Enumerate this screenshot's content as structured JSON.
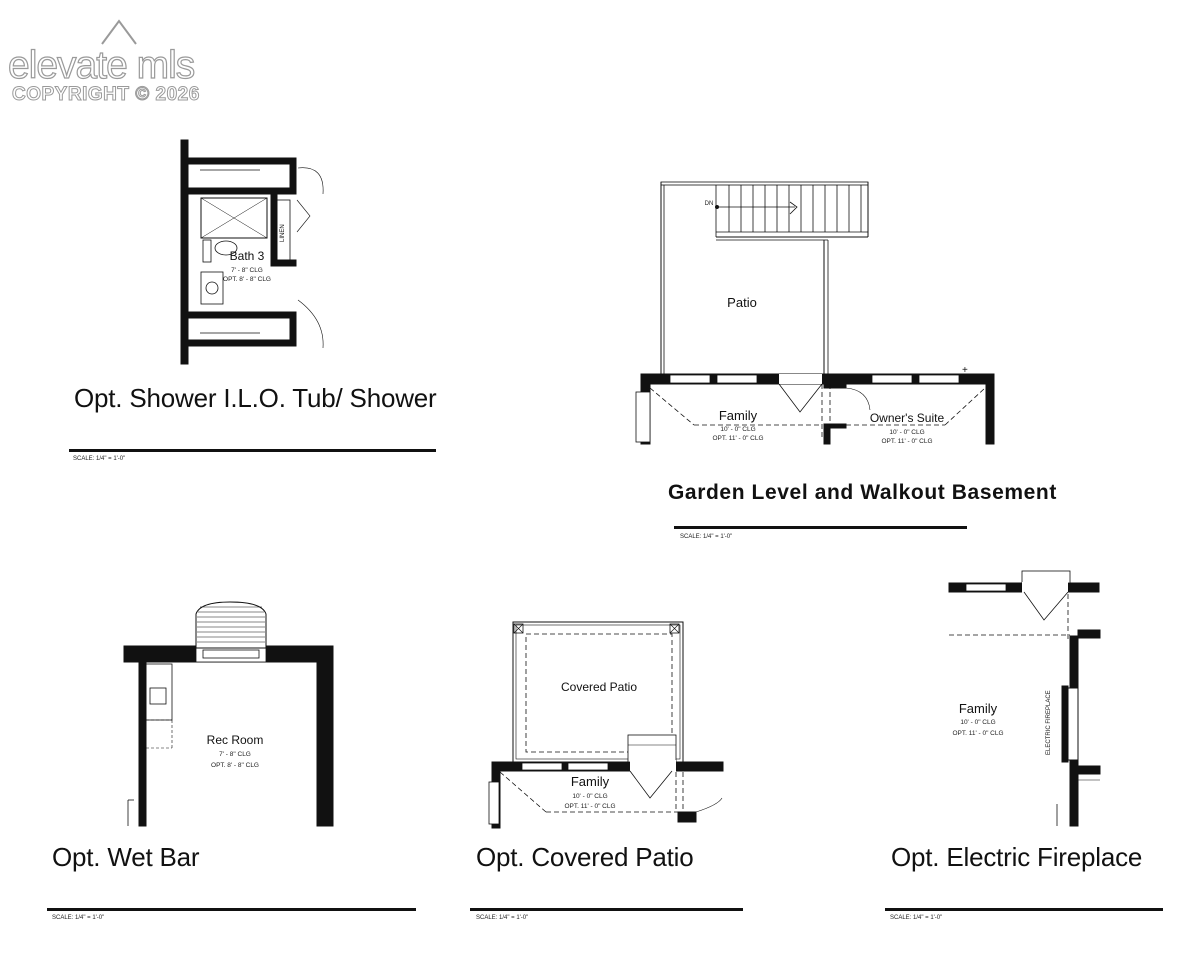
{
  "watermark": {
    "brand": "elevate mls",
    "copyright": "COPYRIGHT © 2026"
  },
  "panels": {
    "shower": {
      "title": "Opt. Shower I.L.O. Tub/ Shower",
      "scale": "SCALE: 1/4\" = 1'-0\"",
      "room": "Bath 3",
      "clg1": "7' - 8\" CLG",
      "clg2": "OPT. 8' - 8\" CLG",
      "linen": "LINEN"
    },
    "garden": {
      "title": "Garden Level and Walkout Basement",
      "scale": "SCALE: 1/4\" = 1'-0\"",
      "dn": "DN",
      "patio": "Patio",
      "family": "Family",
      "family_clg1": "10' - 0\" CLG",
      "family_clg2": "OPT. 11' - 0\" CLG",
      "owners": "Owner's Suite",
      "owners_clg1": "10' - 0\" CLG",
      "owners_clg2": "OPT. 11' - 0\" CLG"
    },
    "wetbar": {
      "title": "Opt. Wet Bar",
      "scale": "SCALE: 1/4\" = 1'-0\"",
      "room": "Rec Room",
      "clg1": "7' - 8\" CLG",
      "clg2": "OPT. 8' - 8\" CLG"
    },
    "covered": {
      "title": "Opt. Covered Patio",
      "scale": "SCALE: 1/4\" = 1'-0\"",
      "patio": "Covered Patio",
      "family": "Family",
      "clg1": "10' - 0\" CLG",
      "clg2": "OPT. 11' - 0\" CLG"
    },
    "fireplace": {
      "title": "Opt. Electric Fireplace",
      "scale": "SCALE: 1/4\" = 1'-0\"",
      "room": "Family",
      "clg1": "10' - 0\" CLG",
      "clg2": "OPT. 11' - 0\" CLG",
      "fireplace_label": "ELECTRIC FIREPLACE"
    }
  }
}
